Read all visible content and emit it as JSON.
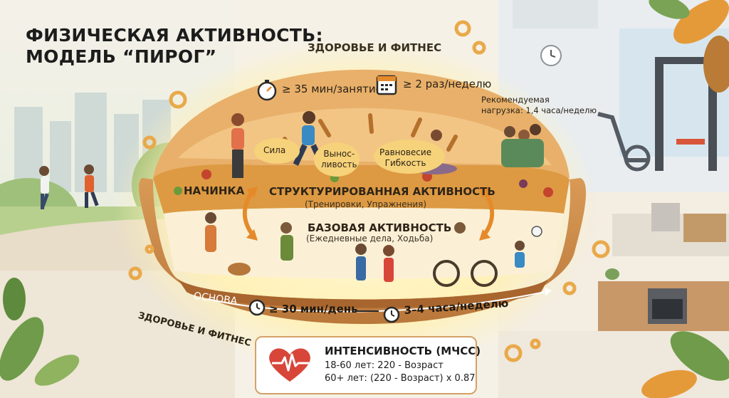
{
  "title": {
    "line1": "ФИЗИЧЕСКАЯ АКТИВНОСТЬ:",
    "line2": "МОДЕЛЬ “ПИРОГ”"
  },
  "health_label_top": "ЗДОРОВЬЕ И ФИТНЕС",
  "health_label_bottom": "ЗДОРОВЬЕ И ФИТНЕС",
  "top_stats": {
    "duration": "≥ 35 мин/занятие",
    "frequency": "≥ 2 раз/неделю",
    "recommended_line1": "Рекомендуемая",
    "recommended_line2": "нагрузка: 1,4 часа/неделю"
  },
  "filling_tags": {
    "strength": "Сила",
    "endurance_1": "Вынос-",
    "endurance_2": "ливость",
    "balance": "Равновесие",
    "flexibility": "Гибкость"
  },
  "layers": {
    "filling_label": "НАЧИНКА",
    "structured_title": "СТРУКТУРИРОВАННАЯ АКТИВНОСТЬ",
    "structured_sub": "(Тренировки, Упражнения)",
    "base_title": "БАЗОВАЯ АКТИВНОСТЬ",
    "base_sub": "(Ежедневные дела, Ходьба)",
    "base_label": "ОСНОВА"
  },
  "base_stats": {
    "daily": "≥ 30 мин/день",
    "weekly": "3–4 часа/неделю"
  },
  "intensity": {
    "title": "ИНТЕНСИВНОСТЬ (МЧСС)",
    "line1": "18-60 лет: 220 - Возраст",
    "line2": "60+ лет: (220 - Возраст) x 0.87"
  },
  "icons": {
    "stopwatch": "stopwatch-icon",
    "calendar": "calendar-icon",
    "clock": "clock-icon",
    "heart": "heart-pulse-icon",
    "gear": "gear-icon"
  },
  "colors": {
    "crust": "#c98a4a",
    "crust_dark": "#a8652e",
    "glow": "#fff3c2",
    "filling": "#e2a24a",
    "base_layer": "#fbf0d6",
    "accent_orange": "#e58a2a",
    "heart_red": "#d8463a"
  }
}
